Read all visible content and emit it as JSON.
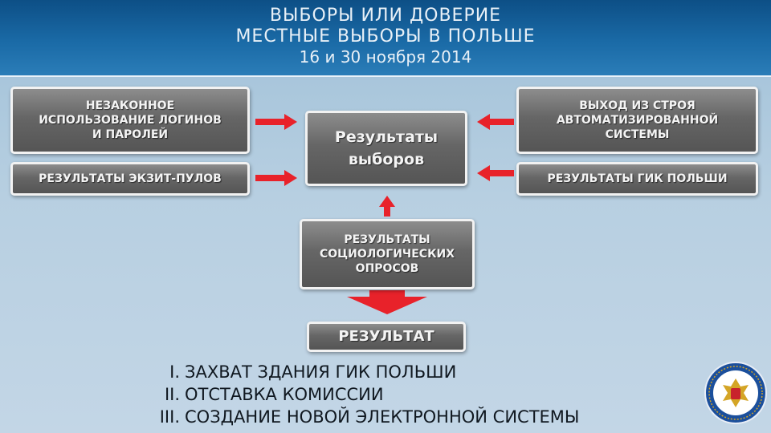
{
  "header": {
    "line1": "ВЫБОРЫ ИЛИ ДОВЕРИЕ",
    "line2": "МЕСТНЫЕ ВЫБОРЫ В ПОЛЬШЕ",
    "line3": "16 и 30 ноября 2014"
  },
  "boxes": {
    "left_1": "НЕЗАКОННОЕ\nИСПОЛЬЗОВАНИЕ ЛОГИНОВ\nИ ПАРОЛЕЙ",
    "left_2": "РЕЗУЛЬТАТЫ   ЭКЗИТ-ПУЛОВ",
    "center": "Результаты\nвыборов",
    "right_1": "ВЫХОД ИЗ СТРОЯ\nАВТОМАТИЗИРОВАННОЙ\nСИСТЕМЫ",
    "right_2": "РЕЗУЛЬТАТЫ   ГИК ПОЛЬШИ",
    "socio": "РЕЗУЛЬТАТЫ\nСОЦИОЛОГИЧЕСКИХ\nОПРОСОВ",
    "result": "РЕЗУЛЬТАТ"
  },
  "outcomes": [
    {
      "num": "I.",
      "text": "ЗАХВАТ ЗДАНИЯ ГИК ПОЛЬШИ"
    },
    {
      "num": "II.",
      "text": "ОТСТАВКА КОМИССИИ"
    },
    {
      "num": "III.",
      "text": "СОЗДАНИЕ НОВОЙ ЭЛЕКТРОННОЙ СИСТЕМЫ"
    }
  ],
  "colors": {
    "arrow": "#e8222a",
    "header_bg": "#1a6aa6",
    "box_bg": "#666666"
  },
  "icons": {
    "seal": "election-commission-emblem-icon"
  }
}
